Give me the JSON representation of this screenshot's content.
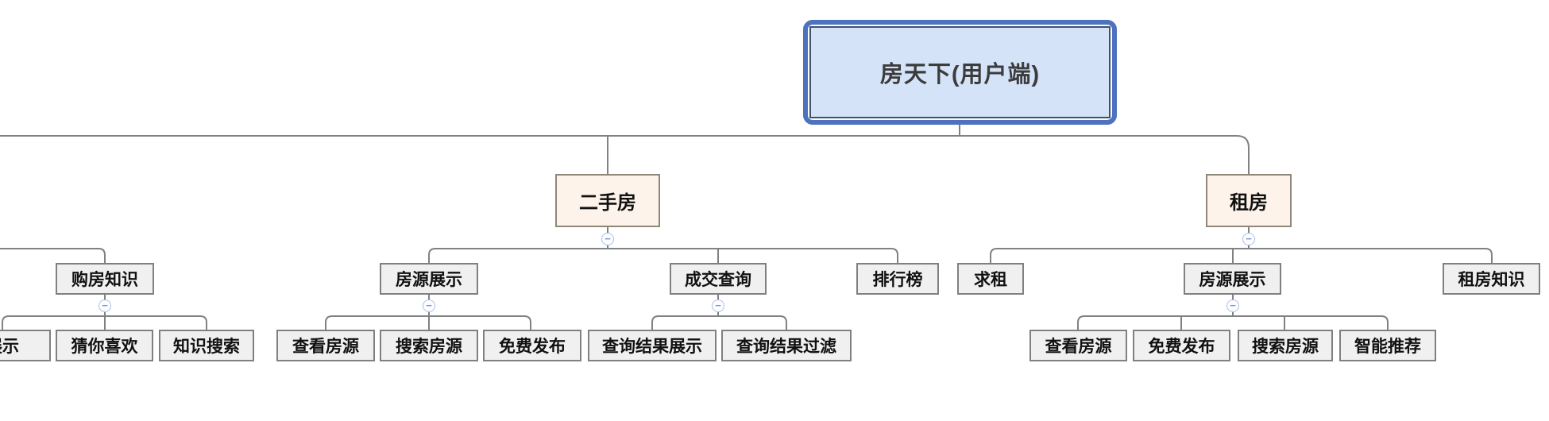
{
  "nodes": {
    "root": "房天下(用户端)",
    "left": {
      "knowledge": "购房知识",
      "knowledge_children": [
        "展示",
        "猜你喜欢",
        "知识搜索"
      ]
    },
    "second_hand": {
      "title": "二手房",
      "listing_display": "房源展示",
      "listing_children": [
        "查看房源",
        "搜索房源",
        "免费发布"
      ],
      "deal_query": "成交查询",
      "deal_children": [
        "查询结果展示",
        "查询结果过滤"
      ],
      "ranking": "排行榜"
    },
    "rental": {
      "title": "租房",
      "seek_rent": "求租",
      "listing_display": "房源展示",
      "listing_children": [
        "查看房源",
        "免费发布",
        "搜索房源",
        "智能推荐"
      ],
      "knowledge": "租房知识"
    }
  },
  "icons": {
    "collapse": "−"
  },
  "colors": {
    "root_fill": "#d5e3f9",
    "root_border": "#4e72bd",
    "root_inner_border": "#3f5170",
    "branch_fill": "#fdf3ea",
    "branch_border": "#8f8778",
    "node_fill": "#f0f0f0",
    "node_border": "#808080",
    "line": "#818181",
    "collapse_ring": "#abc0ea",
    "collapse_glyph": "#8095ca"
  }
}
